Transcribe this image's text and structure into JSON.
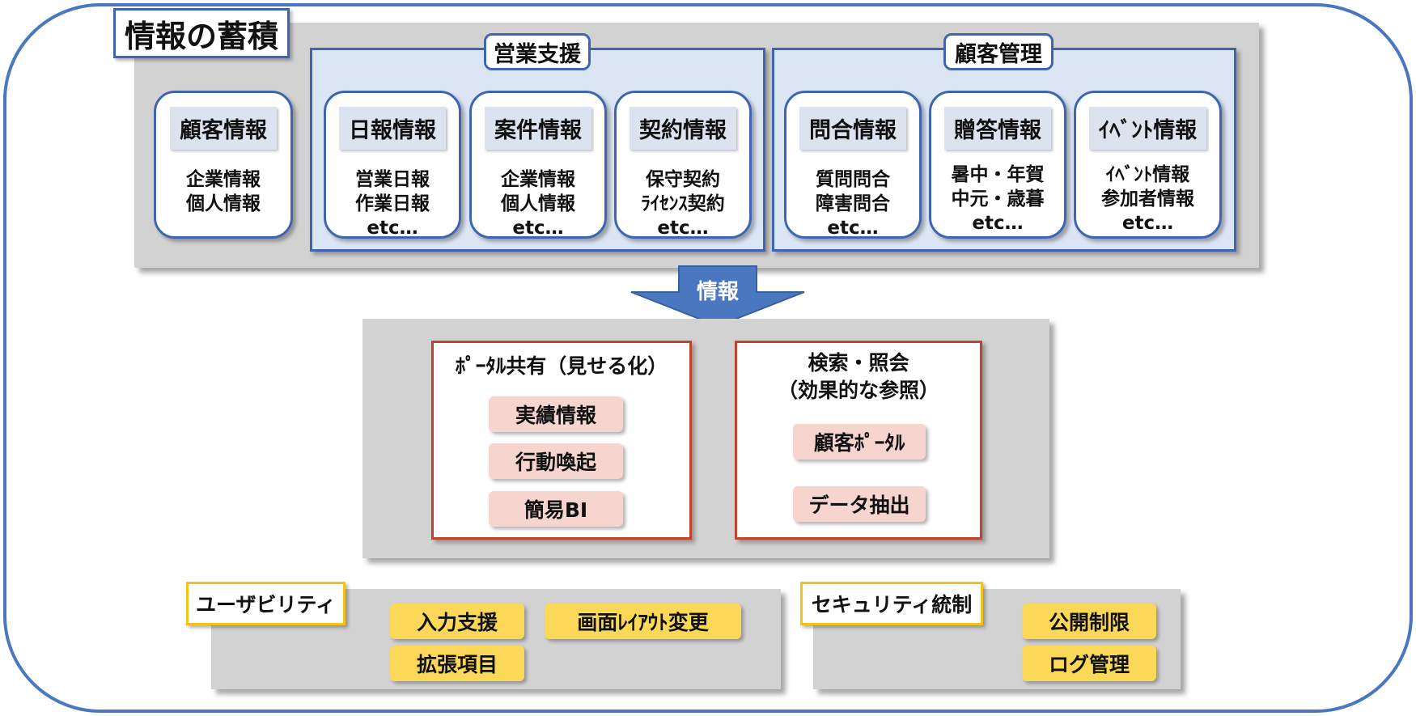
{
  "title": "情報の蓄積",
  "standalone_card": {
    "title": "顧客情報",
    "lines": [
      "企業情報",
      "個人情報"
    ]
  },
  "groups": [
    {
      "label": "営業支援",
      "cards": [
        {
          "title": "日報情報",
          "lines": [
            "営業日報",
            "作業日報",
            "etc…"
          ]
        },
        {
          "title": "案件情報",
          "lines": [
            "企業情報",
            "個人情報",
            "etc…"
          ]
        },
        {
          "title": "契約情報",
          "lines": [
            "保守契約",
            "ﾗｲｾﾝｽ契約",
            "etc…"
          ]
        }
      ]
    },
    {
      "label": "顧客管理",
      "cards": [
        {
          "title": "問合情報",
          "lines": [
            "質問問合",
            "障害問合",
            "etc…"
          ]
        },
        {
          "title": "贈答情報",
          "lines": [
            "暑中・年賀",
            "中元・歳暮",
            "etc…"
          ]
        },
        {
          "title": "ｲﾍﾞﾝﾄ情報",
          "lines": [
            "ｲﾍﾞﾝﾄ情報",
            "参加者情報",
            "etc…"
          ]
        }
      ]
    }
  ],
  "arrow_label": "情報",
  "portal": {
    "title": "ﾎﾟｰﾀﾙ共有（見せる化）",
    "items": [
      "実績情報",
      "行動喚起",
      "簡易BI"
    ]
  },
  "search": {
    "title_lines": [
      "検索・照会",
      "（効果的な参照）"
    ],
    "items": [
      "顧客ﾎﾟｰﾀﾙ",
      "データ抽出"
    ]
  },
  "usability": {
    "label": "ユーザビリティ",
    "items": [
      "入力支援",
      "画面ﾚｲｱｳﾄ変更",
      "拡張項目"
    ]
  },
  "security": {
    "label": "セキュリティ統制",
    "items": [
      "公開制限",
      "ログ管理"
    ]
  },
  "colors": {
    "outline_blue": "#4a78c0",
    "group_fill": "#dbe5f3",
    "red_border": "#c0442c",
    "pink_chip": "#f5d5ce",
    "yellow_border": "#f4c21c",
    "yellow_chip": "#fbd858",
    "gray_panel": "#d2d2d2"
  }
}
